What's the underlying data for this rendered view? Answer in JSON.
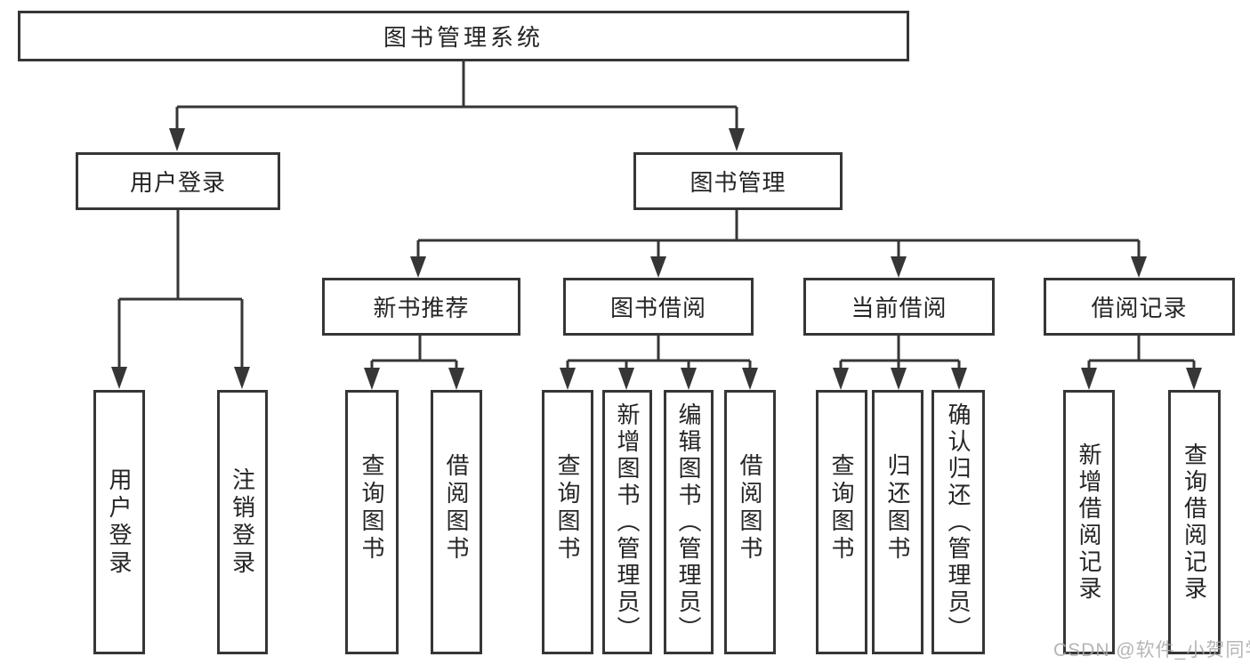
{
  "nodes": {
    "root": "图书管理系统",
    "user_login": "用户登录",
    "book_management": "图书管理",
    "new_book_recommend": "新书推荐",
    "book_borrowing": "图书借阅",
    "current_borrowing": "当前借阅",
    "borrowing_records": "借阅记录",
    "leaf_user_login": "用户登录",
    "leaf_logout": "注销登录",
    "rec_query_books": "查询图书",
    "rec_borrow_books": "借阅图书",
    "bb_query_books": "查询图书",
    "bb_add_books": "新增图书（管理员）",
    "bb_edit_books": "编辑图书（管理员）",
    "bb_borrow_books": "借阅图书",
    "cb_query_books": "查询图书",
    "cb_return_books": "归还图书",
    "cb_confirm_return": "确认归还（管理员）",
    "br_add_record": "新增借阅记录",
    "br_query_record": "查询借阅记录"
  },
  "watermark": {
    "text": "CSDN @软件_小贺同学"
  },
  "colors": {
    "line": "#363636",
    "box_border": "#363636",
    "box_background": "#ffffff",
    "text": "#252525",
    "watermark": "#a8a8a8"
  }
}
